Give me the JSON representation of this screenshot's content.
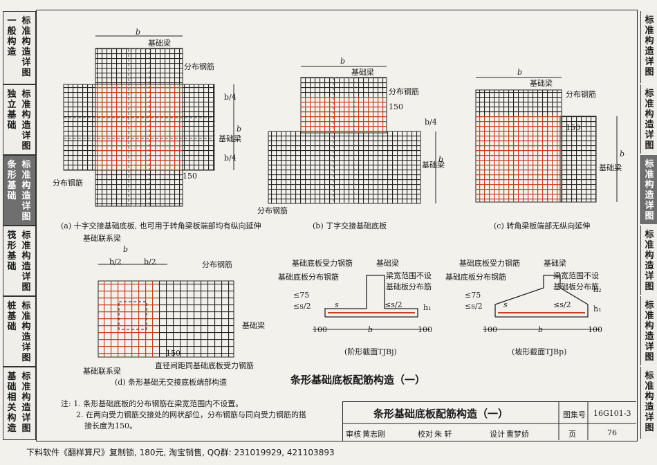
{
  "left_tabs": [
    {
      "col1": "一般构造",
      "col2": "标准构造详图",
      "active": false
    },
    {
      "col1": "独立基础",
      "col2": "标准构造详图",
      "active": false
    },
    {
      "col1": "条形基础",
      "col2": "标准构造详图",
      "active": true
    },
    {
      "col1": "筏形基础",
      "col2": "标准构造详图",
      "active": false
    },
    {
      "col1": "桩基础",
      "col2": "标准构造详图",
      "active": false
    },
    {
      "col1": "基础相关构造",
      "col2": "标准构造详图",
      "active": false
    }
  ],
  "right_tabs": [
    {
      "text": "标准构造详图",
      "active": false
    },
    {
      "text": "标准构造详图",
      "active": false
    },
    {
      "text": "标准构造详图",
      "active": true
    },
    {
      "text": "标准构造详图",
      "active": false
    },
    {
      "text": "标准构造详图",
      "active": false
    },
    {
      "text": "标准构造详图",
      "active": false
    }
  ],
  "labels": {
    "b": "b",
    "b4": "b/4",
    "b2": "b/2",
    "jichuliang": "基础梁",
    "fenbu": "分布钢筋",
    "n150": "150",
    "lianxiliang": "基础联系梁",
    "zhijing": "直径间距同基础底板受力钢筋",
    "shouli": "基础底板受力钢筋",
    "fenbu_di": "基础底板分布钢筋",
    "kuanfan": "梁宽范围不设",
    "fenbu_di2": "基础板分布筋",
    "le75": "≤75",
    "les2": "≤s/2",
    "s": "s",
    "h1": "h₁",
    "h2": "h₂",
    "n100": "100"
  },
  "captions": {
    "a": "(a) 十字交接基础底板, 也可用于转角梁板端部均有纵向延伸",
    "b": "(b) 丁字交接基础底板",
    "c": "(c) 转角梁板端部无纵向延伸",
    "d": "(d) 条形基础无交接底板端部构造",
    "e": "(阶形截面TJBj)",
    "f": "(坡形截面TJBp)"
  },
  "main_title": "条形基础底板配筋构造（一）",
  "notes": [
    "注: 1. 条形基础底板的分布钢筋在梁宽范围内不设置。",
    "2. 在两向受力钢筋交接处的网状部位，分布钢筋与同向受力钢筋的搭",
    "接长度为150。"
  ],
  "title_block": {
    "title": "条形基础底板配筋构造（一）",
    "atlas_label": "图集号",
    "atlas_no": "16G101-3",
    "review": "审核",
    "reviewer": "黄志刚",
    "check": "校对",
    "checker": "朱  轩",
    "design": "设计",
    "designer": "曹梦娇",
    "page_label": "页",
    "page": "76"
  },
  "footer": "下料软件《翻样算尺》复制锁, 180元, 淘宝销售, QQ群: 231019929, 421103893"
}
